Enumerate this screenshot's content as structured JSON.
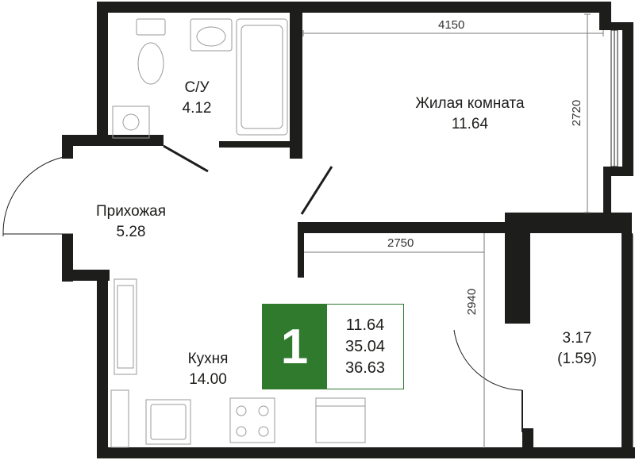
{
  "rooms": {
    "bathroom": {
      "name": "С/У",
      "area": "4.12"
    },
    "living": {
      "name": "Жилая комната",
      "area": "11.64"
    },
    "hall": {
      "name": "Прихожая",
      "area": "5.28"
    },
    "kitchen": {
      "name": "Кухня",
      "area": "14.00"
    },
    "balcony": {
      "area": "3.17",
      "reduced_area": "(1.59)"
    }
  },
  "dimensions": {
    "living_width": "4150",
    "living_height": "2720",
    "kitchen_width": "2750",
    "kitchen_height": "2940"
  },
  "badge": {
    "rooms_count": "1",
    "living_area": "11.64",
    "total_area": "35.04",
    "total_with_balcony": "36.63"
  },
  "colors": {
    "wall": "#1d1d1b",
    "badge": "#2f7a2c",
    "fixture": "#9a9a9a"
  }
}
